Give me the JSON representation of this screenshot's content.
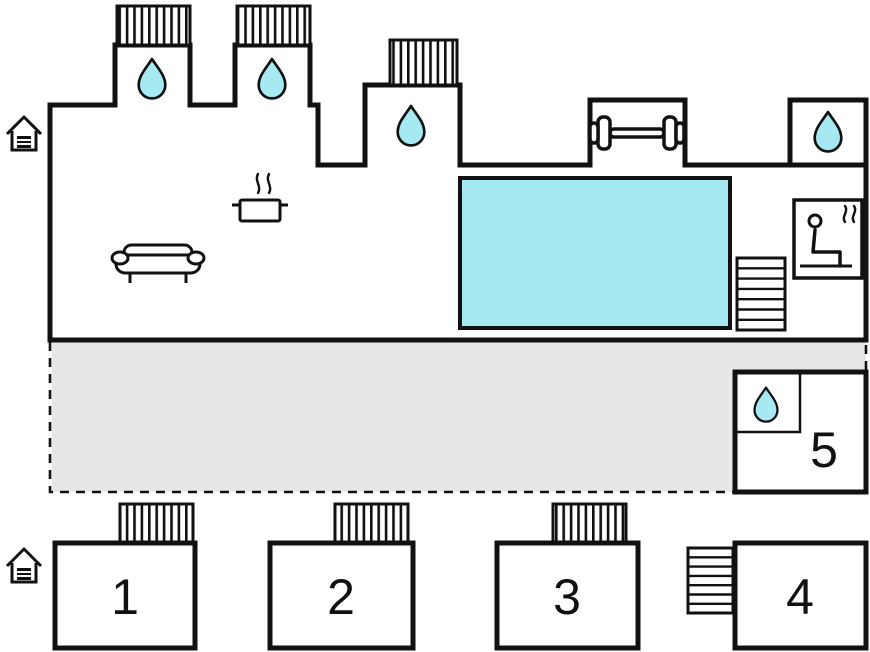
{
  "plan": {
    "title": "holiday-home-floor-plan",
    "colors": {
      "wall": "#111111",
      "water": "#a6e9f2",
      "pool": "#a6e9f2",
      "terrace": "#e7e7e7",
      "background": "#ffffff"
    },
    "rooms": [
      {
        "label": "1"
      },
      {
        "label": "2"
      },
      {
        "label": "3"
      },
      {
        "label": "4"
      },
      {
        "label": "5"
      }
    ],
    "icons": {
      "water_drop": "water-drop (shower/bath)",
      "dumbbell": "fitness-dumbbell",
      "sofa": "sofa (living area)",
      "pot": "cooking-pot (kitchen)",
      "sauna": "sauna-person-with-steam",
      "stairs": "stairs",
      "pool": "swimming-pool",
      "terrace": "terrace (dashed outline)",
      "hatch": "hatched-window",
      "house": "floor-indicator-house"
    }
  }
}
